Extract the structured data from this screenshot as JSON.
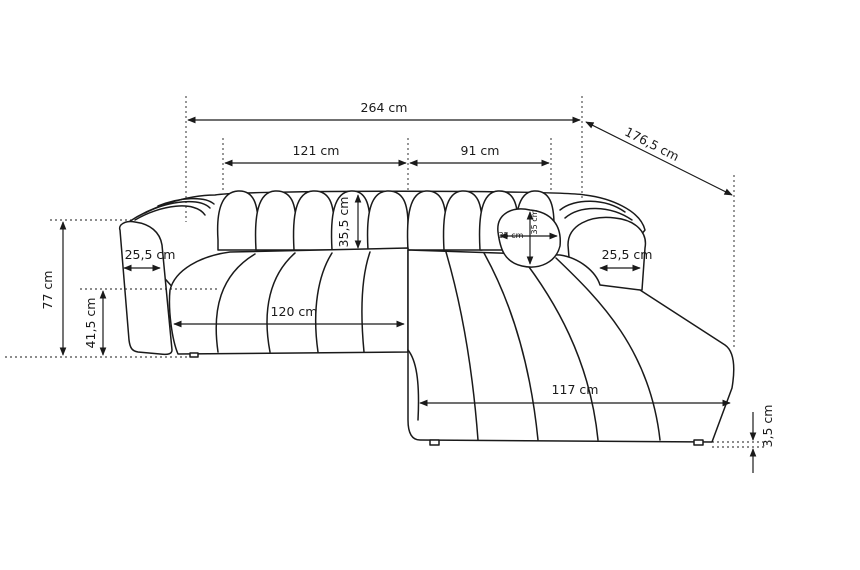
{
  "dimensions": {
    "total_width": "264 cm",
    "depth": "176,5 cm",
    "section_left": "121 cm",
    "section_right": "91 cm",
    "backrest_height": "35,5 cm",
    "total_height": "77 cm",
    "seat_height": "41,5 cm",
    "armrest_left": "25,5 cm",
    "armrest_right": "25,5 cm",
    "seat_width": "120 cm",
    "chaise_length": "117 cm",
    "leg_height": "3,5 cm",
    "pillow_width": "35 cm",
    "pillow_height": "35 cm"
  }
}
